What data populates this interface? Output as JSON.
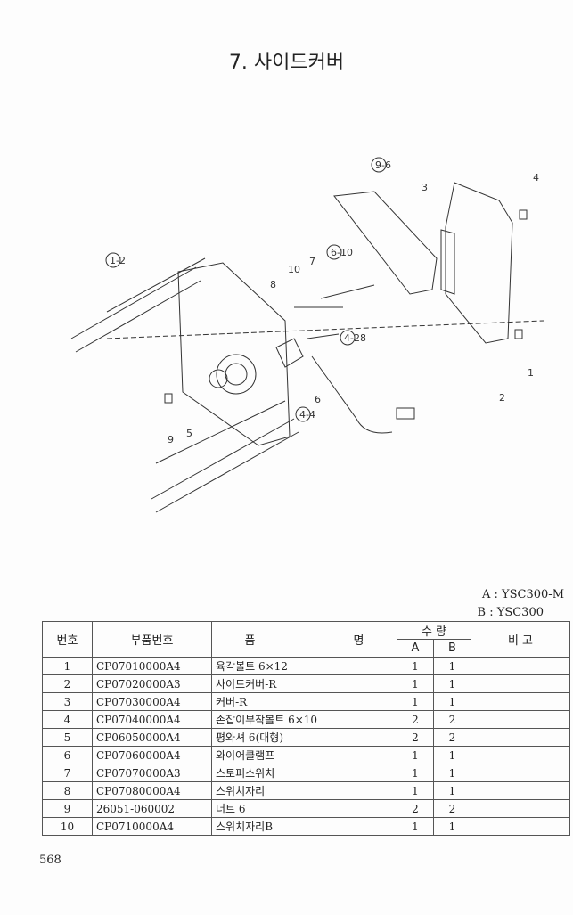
{
  "title": "7. 사이드커버",
  "legend": {
    "a": "A : YSC300-M",
    "b": "B : YSC300"
  },
  "callouts": [
    "9-6",
    "3",
    "4",
    "1-2",
    "10",
    "7",
    "6-10",
    "8",
    "4-28",
    "6",
    "4-4",
    "2",
    "1",
    "9",
    "5"
  ],
  "table": {
    "headers": {
      "no": "번호",
      "part_no": "부품번호",
      "name_a": "품",
      "name_b": "명",
      "qty": "수    량",
      "qa": "A",
      "qb": "B",
      "remark": "비    고"
    },
    "rows": [
      {
        "no": "1",
        "part_no": "CP07010000A4",
        "name": "육각볼트 6×12",
        "a": "1",
        "b": "1"
      },
      {
        "no": "2",
        "part_no": "CP07020000A3",
        "name": "사이드커버-R",
        "a": "1",
        "b": "1"
      },
      {
        "no": "3",
        "part_no": "CP07030000A4",
        "name": "커버-R",
        "a": "1",
        "b": "1"
      },
      {
        "no": "4",
        "part_no": "CP07040000A4",
        "name": "손잡이부착볼트 6×10",
        "a": "2",
        "b": "2"
      },
      {
        "no": "5",
        "part_no": "CP06050000A4",
        "name": "평와셔 6(대형)",
        "a": "2",
        "b": "2"
      },
      {
        "no": "6",
        "part_no": "CP07060000A4",
        "name": "와이어클램프",
        "a": "1",
        "b": "1"
      },
      {
        "no": "7",
        "part_no": "CP07070000A3",
        "name": "스토퍼스위치",
        "a": "1",
        "b": "1"
      },
      {
        "no": "8",
        "part_no": "CP07080000A4",
        "name": "스위치자리",
        "a": "1",
        "b": "1"
      },
      {
        "no": "9",
        "part_no": "26051-060002",
        "name": "너트 6",
        "a": "2",
        "b": "2"
      },
      {
        "no": "10",
        "part_no": "CP0710000A4",
        "name": "스위치자리B",
        "a": "1",
        "b": "1"
      }
    ]
  },
  "page_number": "568"
}
